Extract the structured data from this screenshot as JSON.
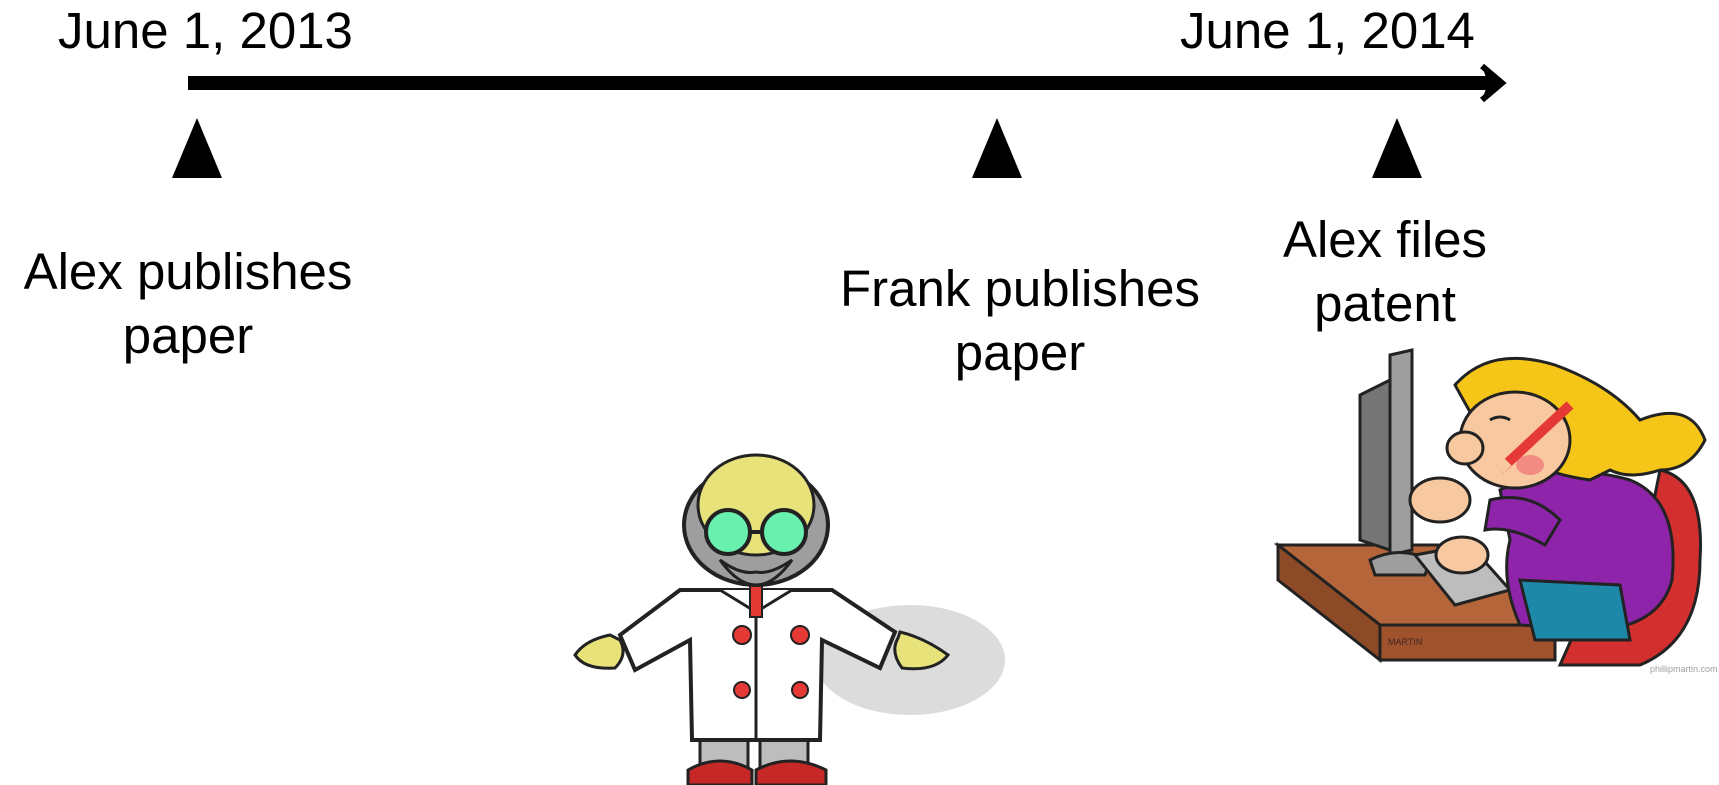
{
  "timeline": {
    "start_date": "June 1, 2013",
    "end_date": "June 1, 2014",
    "events": [
      {
        "line1": "Alex publishes",
        "line2": "paper"
      },
      {
        "line1": "Frank publishes",
        "line2": "paper"
      },
      {
        "line1": "Alex files",
        "line2": "patent"
      }
    ]
  },
  "illustrations": {
    "scientist": {
      "icon": "scientist-icon"
    },
    "computer_user": {
      "icon": "computer-user-icon",
      "desk_label": "MARTIN",
      "credit": "phillipmartin.com"
    }
  },
  "colors": {
    "line": "#000000",
    "coat": "#ffffff",
    "goggles": "#33d17a",
    "shirt": "#8e24aa",
    "hair": "#f5c518",
    "desk": "#a0522d"
  }
}
